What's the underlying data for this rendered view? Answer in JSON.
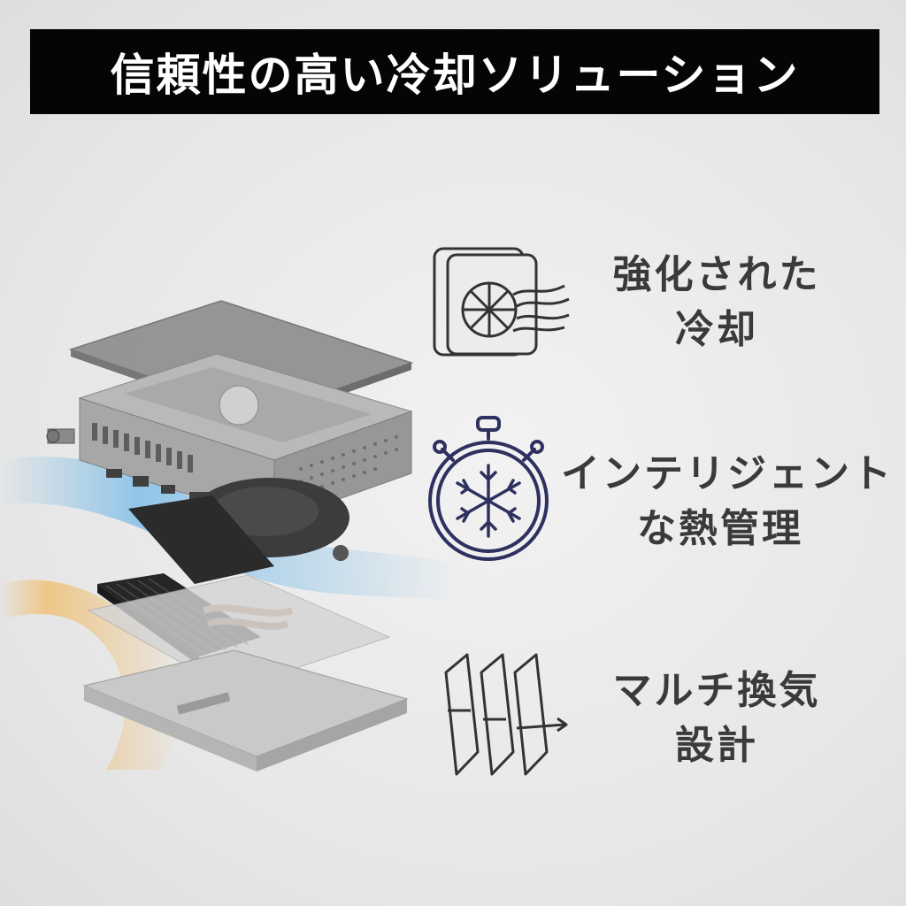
{
  "title": "信頼性の高い冷却ソリューション",
  "features": [
    {
      "icon": "fan-airflow-icon",
      "line1": "強化された",
      "line2": "冷却"
    },
    {
      "icon": "stopwatch-snowflake-icon",
      "line1": "インテリジェント",
      "line2": "な熱管理"
    },
    {
      "icon": "multi-vent-panels-icon",
      "line1": "マルチ換気",
      "line2": "設計"
    }
  ],
  "colors": {
    "title_bg": "#050505",
    "icon_navy": "#2e3160",
    "text": "#3a3a3a",
    "cool_air": "#4aa8e6",
    "warm_air": "#f3b24a"
  }
}
